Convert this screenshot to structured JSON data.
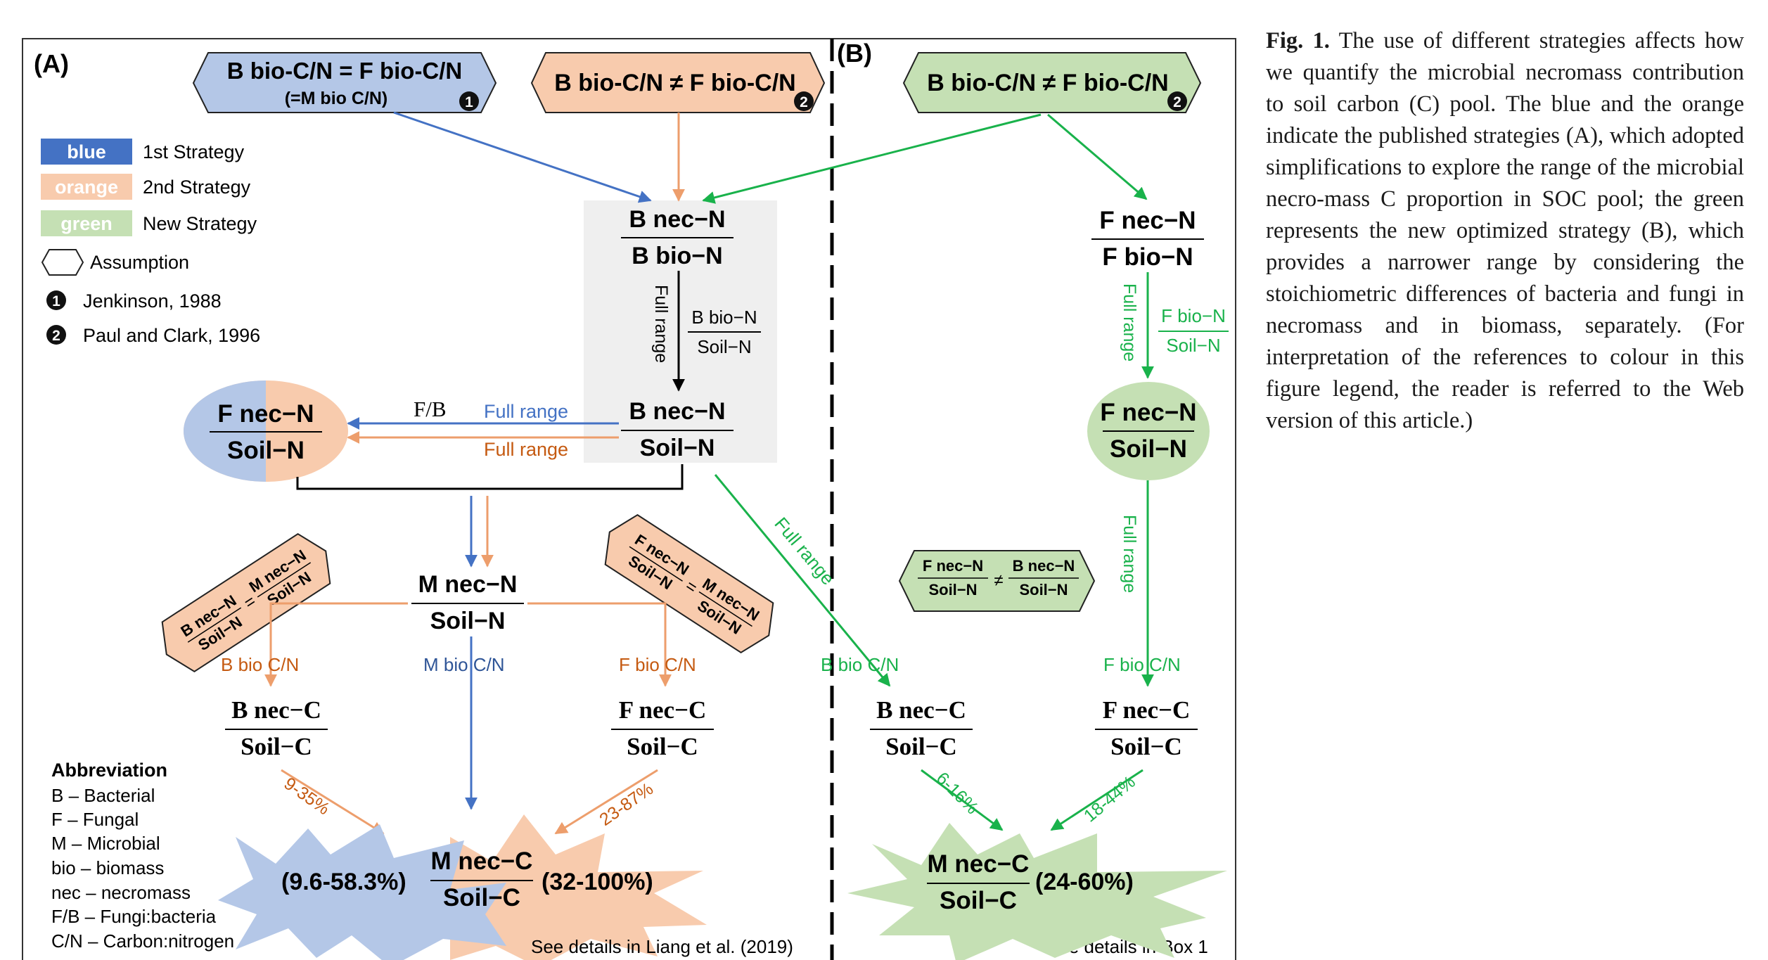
{
  "panels": {
    "a_label": "(A)",
    "b_label": "(B)"
  },
  "assumptions": {
    "a1_line1": "B bio-C/N = F bio-C/N",
    "a1_line2": "(=M bio C/N)",
    "a1_marker": "1",
    "a2": "B bio-C/N ≠ F bio-C/N",
    "a2_marker": "2",
    "b": "B bio-C/N ≠ F bio-C/N",
    "b_marker": "2"
  },
  "legend": {
    "blue_swatch": "blue",
    "blue_text": "1st Strategy",
    "orange_swatch": "orange",
    "orange_text": "2nd Strategy",
    "green_swatch": "green",
    "green_text": "New Strategy",
    "assumption_text": "Assumption",
    "ref1_marker": "1",
    "ref1_text": "Jenkinson, 1988",
    "ref2_marker": "2",
    "ref2_text": "Paul and Clark, 1996"
  },
  "nodes": {
    "bnecN_bbioN_num": "B nec−N",
    "bnecN_bbioN_den": "B bio−N",
    "full_range_v": "Full range",
    "bbioN_soilN_num": "B bio−N",
    "bbioN_soilN_den": "Soil−N",
    "bnecN_soilN_num": "B nec−N",
    "bnecN_soilN_den": "Soil−N",
    "fnecN_soilN_num": "F nec−N",
    "fnecN_soilN_den": "Soil−N",
    "fb_label": "F/B",
    "full_range_blue": "Full range",
    "full_range_orange": "Full range",
    "mnecN_soilN_num": "M nec−N",
    "mnecN_soilN_den": "Soil−N",
    "eq_left_a_num": "B nec−N",
    "eq_left_a_den": "Soil−N",
    "eq_left_b_num": "M nec−N",
    "eq_left_b_den": "Soil−N",
    "eq_right_a_num": "F nec−N",
    "eq_right_a_den": "Soil−N",
    "eq_right_b_num": "M nec−N",
    "eq_right_b_den": "Soil−N",
    "eq_sign": "=",
    "b_bio_cn_left": "B bio C/N",
    "m_bio_cn": "M bio C/N",
    "f_bio_cn_left": "F bio C/N",
    "bnecC_a_num": "B nec−C",
    "bnecC_a_den": "Soil−C",
    "fnecC_a_num": "F nec−C",
    "fnecC_a_den": "Soil−C",
    "pct_left": "9-35%",
    "pct_right": "23-87%",
    "burst_left": "(9.6-58.3%)",
    "burst_right": "(32-100%)",
    "mnecC_a_num": "M nec−C",
    "mnecC_a_den": "Soil−C",
    "fnecN_fbioN_num": "F nec−N",
    "fnecN_fbioN_den": "F bio−N",
    "full_range_green_v1": "Full range",
    "fbioN_soilN_num": "F bio−N",
    "fbioN_soilN_den": "Soil−N",
    "fnecN_soilN_g_num": "F nec−N",
    "fnecN_soilN_g_den": "Soil−N",
    "full_range_green_v2": "Full range",
    "full_range_diag": "Full range",
    "ineq_a_num": "F nec−N",
    "ineq_a_den": "Soil−N",
    "ineq_sign": "≠",
    "ineq_b_num": "B nec−N",
    "ineq_b_den": "Soil−N",
    "b_bio_cn_green": "B bio C/N",
    "f_bio_cn_green": "F bio C/N",
    "bnecC_b_num": "B nec−C",
    "bnecC_b_den": "Soil−C",
    "fnecC_b_num": "F nec−C",
    "fnecC_b_den": "Soil−C",
    "pct_g_left": "6-16%",
    "pct_g_right": "18-44%",
    "mnecC_b_num": "M nec−C",
    "mnecC_b_den": "Soil−C",
    "burst_green": "(24-60%)"
  },
  "abbreviation": {
    "title": "Abbreviation",
    "items": [
      "B – Bacterial",
      "F – Fungal",
      "M – Microbial",
      "bio – biomass",
      "nec – necromass",
      "F/B – Fungi:bacteria",
      "C/N – Carbon:nitrogen"
    ]
  },
  "footnotes": {
    "a": "See details in Liang et al. (2019)",
    "b": "See details in Box 1"
  },
  "caption": {
    "label": "Fig. 1.",
    "text": "The use of different strategies affects how we quantify the microbial necromass contribution to soil carbon (C) pool. The blue and the orange indicate the published strategies (A), which adopted simplifications to explore the range of the microbial necro-mass C proportion in SOC pool; the green represents the new optimized strategy (B), which provides a narrower range by considering the stoichiometric differences of bacteria and fungi in necromass and in biomass, separately. (For interpretation of the references to colour in this figure legend, the reader is referred to the Web version of this article.)"
  },
  "colors": {
    "blue_fill": "#b4c7e7",
    "orange_fill": "#f8cbad",
    "green_fill": "#c5e0b4",
    "blue_line": "#4472c4",
    "orange_line": "#ed9e6c",
    "green_line": "#19b24b",
    "blue_swatch": "#4472c4",
    "orange_swatch": "#f8cbad",
    "green_swatch": "#c5e0b4"
  }
}
